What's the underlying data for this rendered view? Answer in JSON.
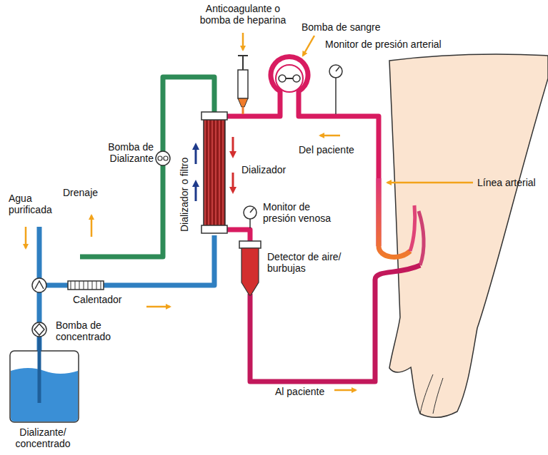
{
  "diagram": {
    "labels": [
      "Anticoagulante o bomba de heparina",
      "Bomba de sangre",
      "Monitor de presión arterial",
      "Bomba de Dializante",
      "Dializador o filtro",
      "Dializador",
      "Del paciente",
      "Línea arterial",
      "Agua purificada",
      "Drenaje",
      "Monitor de presión venosa",
      "Detector de aire/ burbujas",
      "Calentador",
      "Bomba de concentrado",
      "Al paciente",
      "Dializante/ concentrado"
    ]
  }
}
